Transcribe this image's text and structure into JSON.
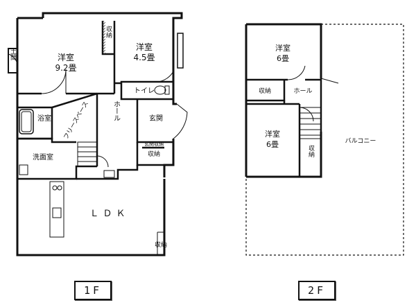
{
  "floors": {
    "first": {
      "tag": "1F",
      "rooms": {
        "western_room_a": "洋室",
        "western_room_a_size": "9.2畳",
        "western_room_b": "洋室",
        "western_room_b_size": "4.5畳",
        "storage_top": "収納",
        "earthen_storage": "土間",
        "toilet": "トイレ",
        "bathroom": "浴室",
        "free_space": "フリースペース",
        "hall": "ホール",
        "entrance": "玄関",
        "shoe_storage": "玄関収納",
        "storage_mid": "収納",
        "washroom": "洗面室",
        "ldk": "ＬＤＫ",
        "storage_bottom": "収納"
      }
    },
    "second": {
      "tag": "2F",
      "rooms": {
        "western_room_c": "洋室",
        "western_room_c_size": "6畳",
        "western_room_d": "洋室",
        "western_room_d_size": "6畳",
        "storage_left": "収納",
        "hall": "ホール",
        "storage_right": "収納",
        "balcony": "バルコニー"
      }
    }
  }
}
